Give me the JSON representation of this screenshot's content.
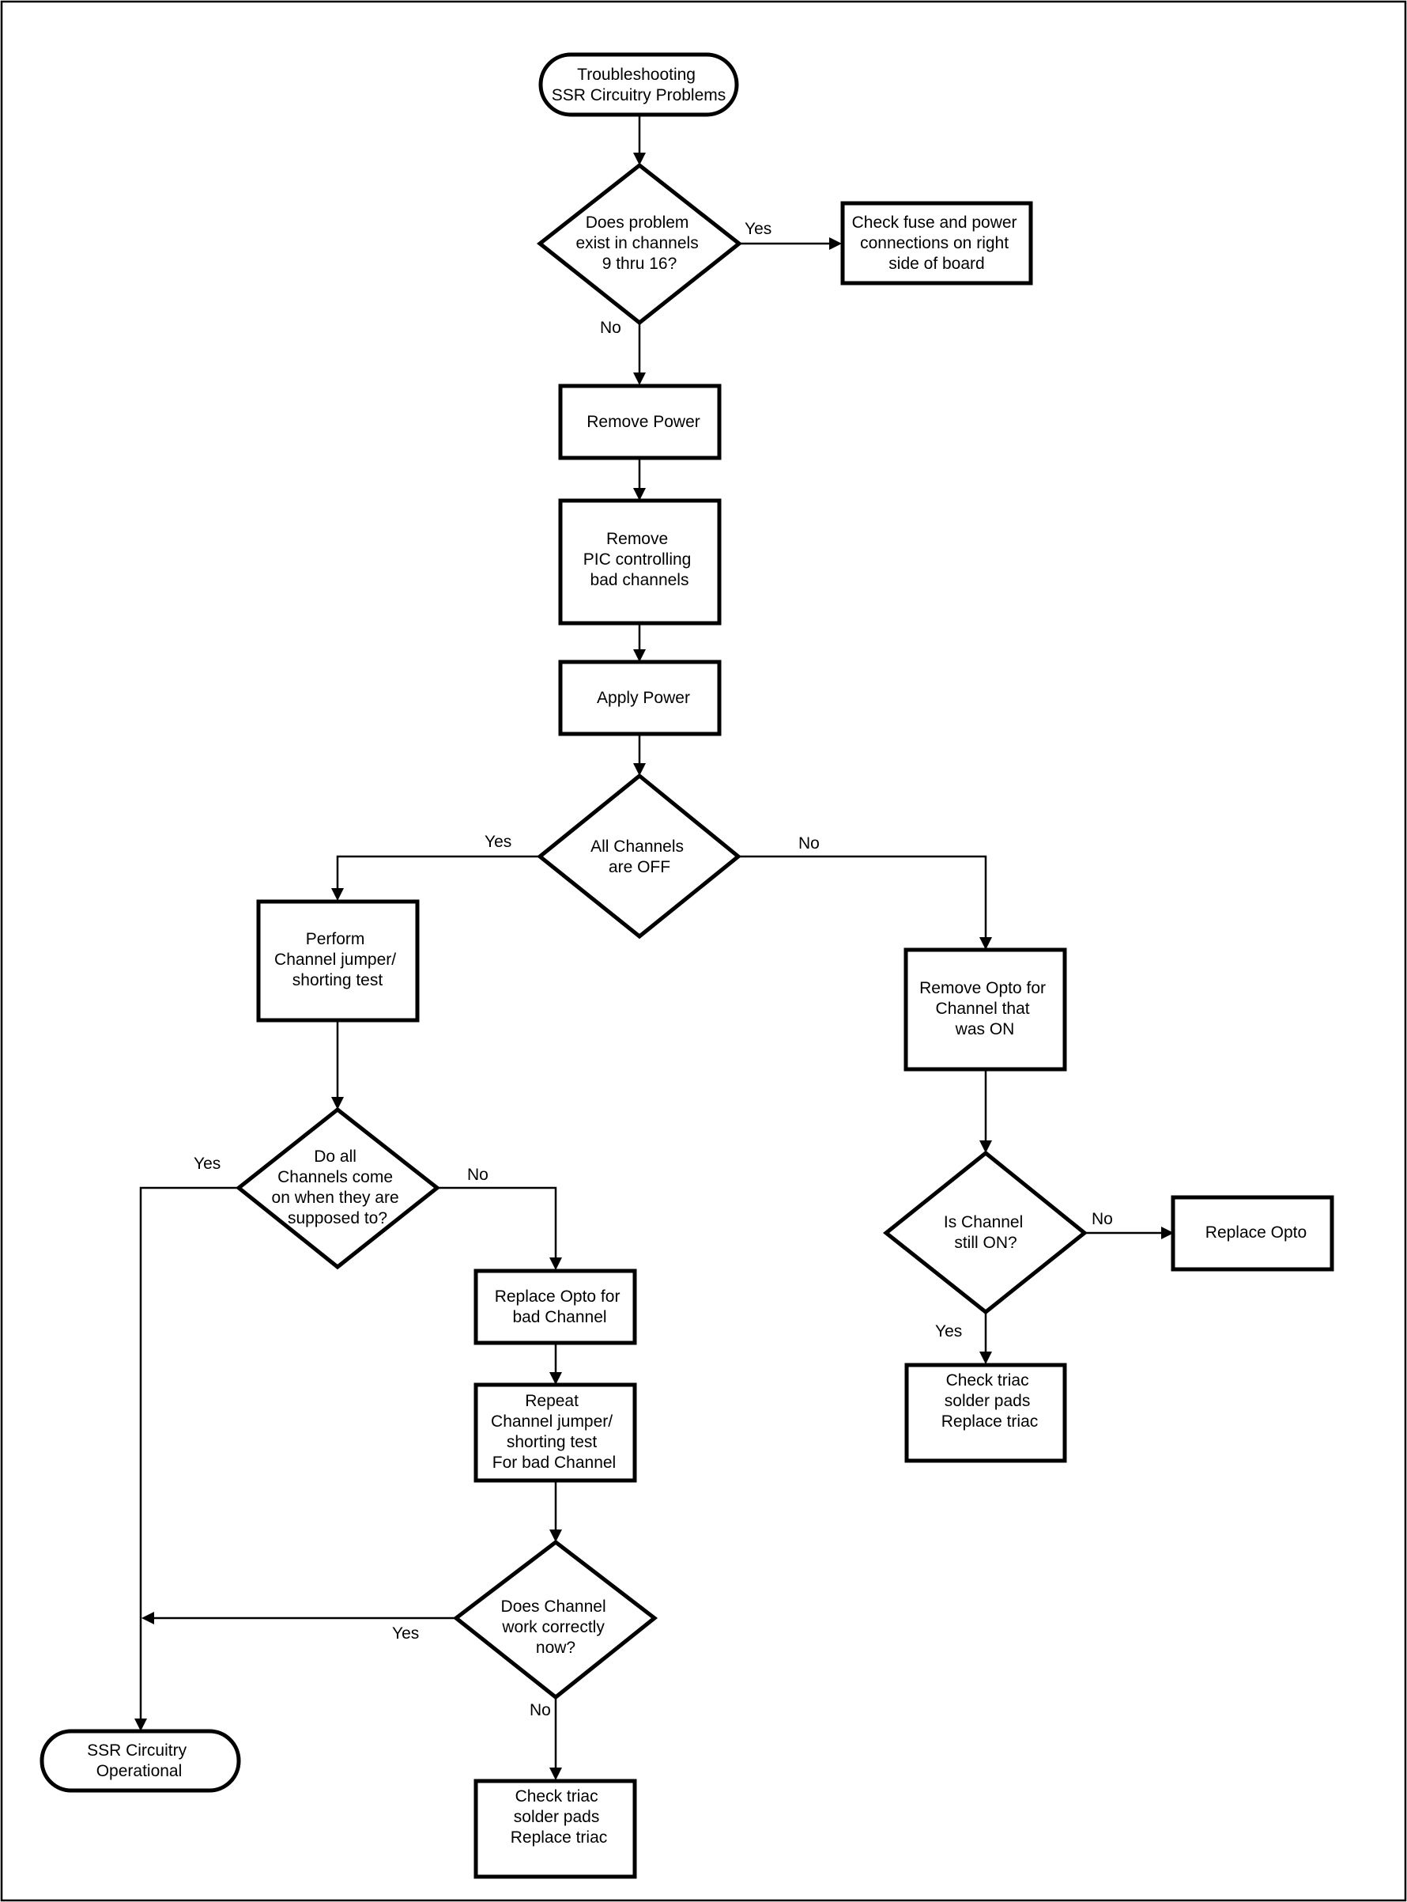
{
  "nodes": {
    "start": [
      "Troubleshooting",
      "SSR Circuitry Problems"
    ],
    "q_channels": [
      "Does problem",
      "exist in channels",
      "9 thru 16?"
    ],
    "check_fuse": [
      "Check fuse and power",
      "connections on right",
      "side of board"
    ],
    "remove_power": [
      "Remove Power"
    ],
    "remove_pic": [
      "Remove",
      "PIC controlling",
      "bad channels"
    ],
    "apply_power": [
      "Apply Power"
    ],
    "q_all_off": [
      "All Channels",
      "are OFF"
    ],
    "perform_test": [
      "Perform",
      "Channel jumper/",
      "shorting test"
    ],
    "q_all_on": [
      "Do all",
      "Channels come",
      "on when they are",
      "supposed to?"
    ],
    "replace_opto_bad": [
      "Replace Opto for",
      "bad Channel"
    ],
    "repeat_test": [
      "Repeat",
      "Channel jumper/",
      "shorting test",
      "For bad Channel"
    ],
    "q_works": [
      "Does Channel",
      "work correctly",
      "now?"
    ],
    "operational": [
      "SSR Circuitry",
      "Operational"
    ],
    "check_triac_left": [
      "Check triac",
      "solder pads",
      "",
      "Replace triac"
    ],
    "remove_opto": [
      "Remove Opto for",
      "Channel that",
      "was ON"
    ],
    "q_still_on": [
      "Is Channel",
      "still ON?"
    ],
    "replace_opto": [
      "Replace Opto"
    ],
    "check_triac_right": [
      "Check triac",
      "solder pads",
      "",
      "Replace triac"
    ]
  },
  "edge_labels": {
    "q_channels_yes": "Yes",
    "q_channels_no": "No",
    "q_all_off_yes": "Yes",
    "q_all_off_no": "No",
    "q_all_on_yes": "Yes",
    "q_all_on_no": "No",
    "q_works_yes": "Yes",
    "q_works_no": "No",
    "q_still_on_no": "No",
    "q_still_on_yes": "Yes"
  }
}
